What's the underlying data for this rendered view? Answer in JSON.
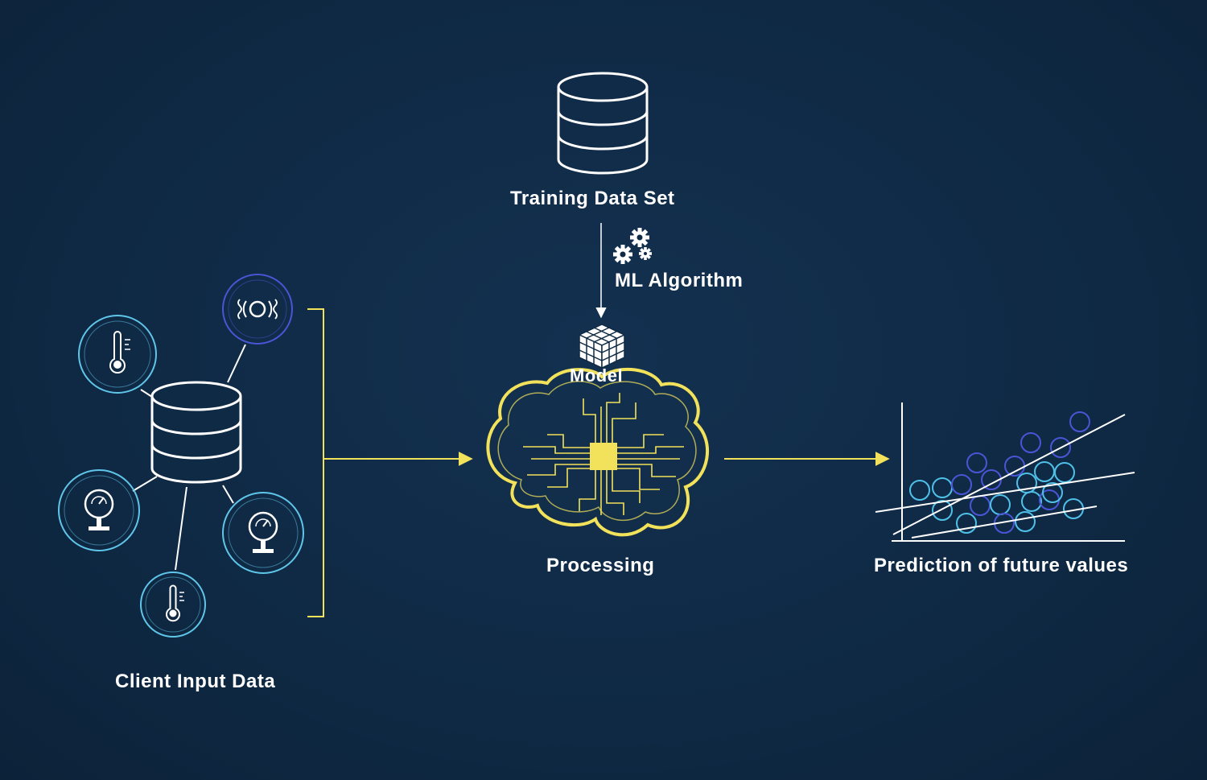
{
  "labels": {
    "training_data_set": "Training Data Set",
    "ml_algorithm": "ML Algorithm",
    "model": "Model",
    "processing": "Processing",
    "prediction": "Prediction of future values",
    "client_input": "Client Input Data"
  },
  "icons": {
    "training_db": "database-icon",
    "client_db": "database-icon",
    "algorithm": "gears-icon",
    "model": "cube-grid-icon",
    "brain": "brain-circuit-icon",
    "sensors": [
      "vibration-sensor-icon",
      "thermometer-icon",
      "pressure-gauge-icon",
      "pressure-gauge-icon",
      "thermometer-icon"
    ],
    "prediction": "scatter-regression-icon"
  },
  "colors": {
    "background": "#0f2a45",
    "accent": "#f2e15a",
    "line": "#ffffff",
    "sensor_ring_light": "#5fc6ea",
    "sensor_ring_dark": "#4a55d6"
  }
}
